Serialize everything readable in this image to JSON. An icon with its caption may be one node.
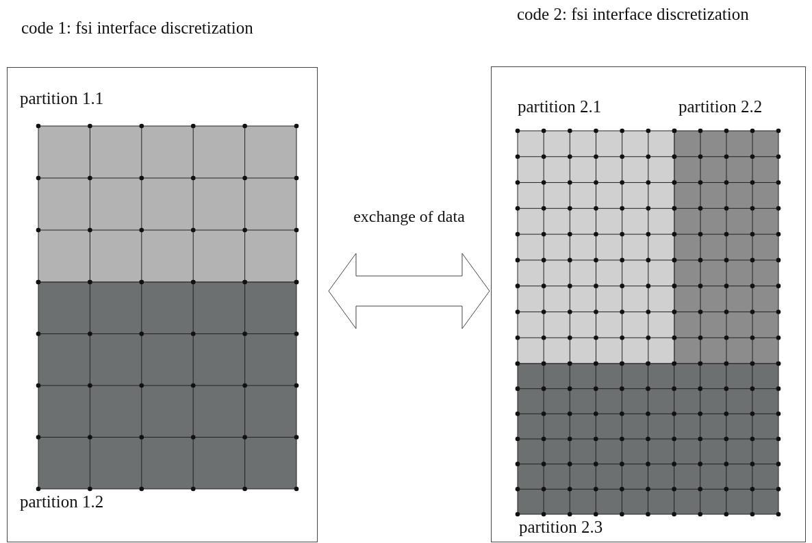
{
  "diagram": {
    "nodes": [
      {
        "text": [
          "code 1: fsi interface discretization"
        ]
      },
      {
        "text": [
          "partition 1.1"
        ],
        "in": 0
      },
      {
        "text": [
          "partition 1.2"
        ],
        "in": 0
      },
      {
        "text": [
          "code 2: fsi interface discretization"
        ]
      },
      {
        "text": [
          "partition 2.1"
        ],
        "in": 3
      },
      {
        "text": [
          "partition 2.2"
        ],
        "in": 3
      },
      {
        "text": [
          "partition 2.3"
        ],
        "in": 3
      }
    ],
    "edges": [
      {
        "from": 0,
        "to": 3,
        "arrow": "both",
        "label": "exchange of data"
      }
    ]
  }
}
